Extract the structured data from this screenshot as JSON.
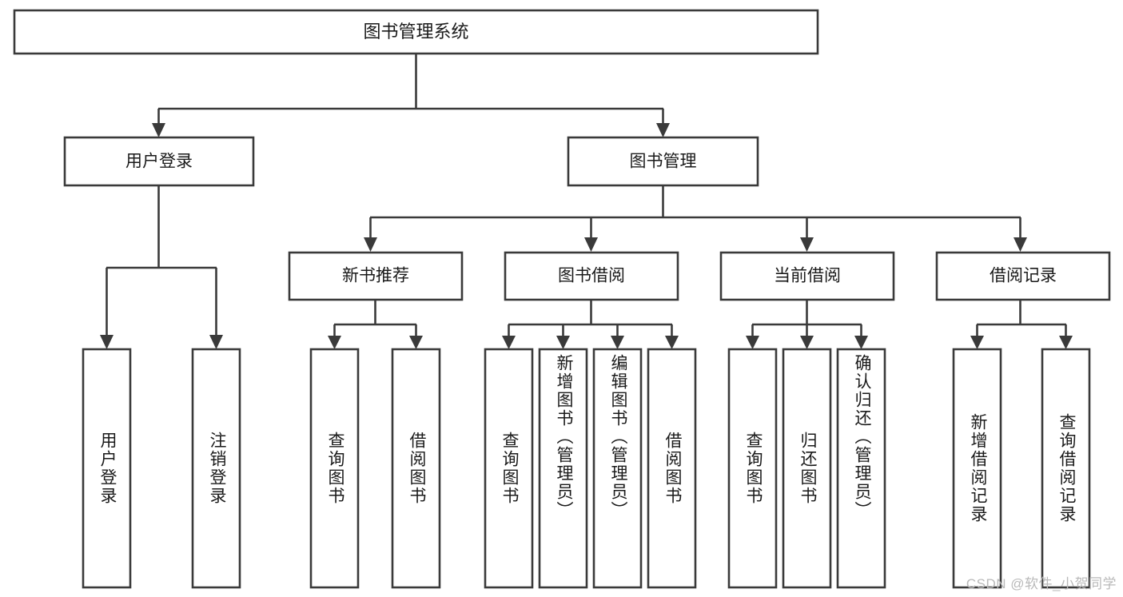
{
  "diagram": {
    "type": "tree-hierarchy",
    "title": "图书管理系统",
    "watermark": "CSDN @软件_小贺同学",
    "colors": {
      "stroke": "#3a3a3a",
      "box_fill": "#ffffff",
      "text": "#1a1a1a",
      "background": "#ffffff",
      "watermark": "#b9b9b9"
    },
    "levels": {
      "root": {
        "label": "图书管理系统"
      },
      "level2": [
        {
          "label": "用户登录"
        },
        {
          "label": "图书管理"
        }
      ],
      "level3": [
        {
          "label": "新书推荐"
        },
        {
          "label": "图书借阅"
        },
        {
          "label": "当前借阅"
        },
        {
          "label": "借阅记录"
        }
      ],
      "leaves": [
        {
          "label": "用户登录",
          "parent": "用户登录"
        },
        {
          "label": "注销登录",
          "parent": "用户登录"
        },
        {
          "label": "查询图书",
          "parent": "新书推荐"
        },
        {
          "label": "借阅图书",
          "parent": "新书推荐"
        },
        {
          "label": "查询图书",
          "parent": "图书借阅"
        },
        {
          "label": "新增图书（管理员）",
          "parent": "图书借阅"
        },
        {
          "label": "编辑图书（管理员）",
          "parent": "图书借阅"
        },
        {
          "label": "借阅图书",
          "parent": "图书借阅"
        },
        {
          "label": "查询图书",
          "parent": "当前借阅"
        },
        {
          "label": "归还图书",
          "parent": "当前借阅"
        },
        {
          "label": "确认归还（管理员）",
          "parent": "当前借阅"
        },
        {
          "label": "新增借阅记录",
          "parent": "借阅记录"
        },
        {
          "label": "查询借阅记录",
          "parent": "借阅记录"
        }
      ]
    }
  }
}
